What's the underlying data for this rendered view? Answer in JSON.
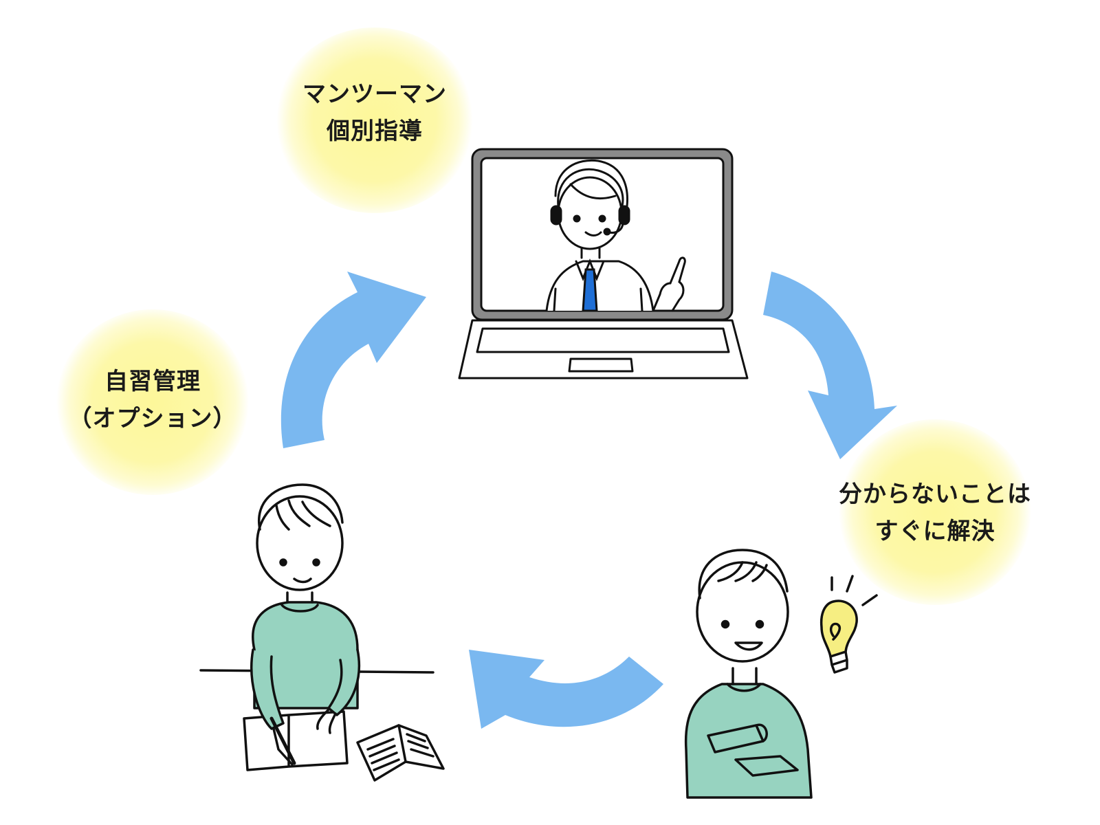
{
  "labels": {
    "tutoring": {
      "line1": "マンツーマン",
      "line2": "個別指導"
    },
    "self_study": {
      "line1": "自習管理",
      "line2": "（オプション）"
    },
    "solve": {
      "line1": "分からないことは",
      "line2": "すぐに解決"
    }
  },
  "colors": {
    "arrow": "#7ab8f0",
    "highlight": "#fdf79a",
    "shirt": "#97d3c0",
    "tie": "#1f6fd6",
    "bulb": "#f6ee82",
    "laptop_bezel": "#8a8a8a",
    "outline": "#111111"
  },
  "icons": {
    "laptop": "laptop-icon",
    "teacher": "teacher-with-headset-icon",
    "student_studying": "student-studying-icon",
    "student_idea": "student-idea-icon",
    "lightbulb": "lightbulb-icon",
    "cycle_arrow": "curved-arrow-icon"
  }
}
